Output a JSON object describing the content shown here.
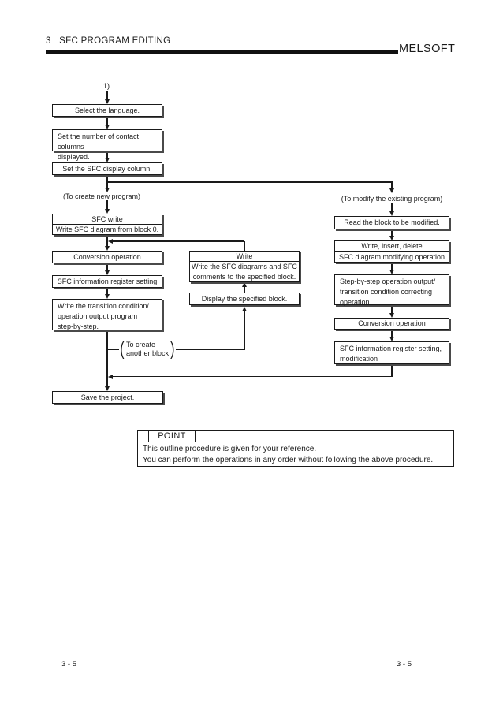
{
  "header": {
    "chapter": "3   SFC PROGRAM EDITING",
    "brand": "MELSOFT"
  },
  "flowchart": {
    "start_label": "1)",
    "branch_left_label": "(To create new program)",
    "branch_right_label": "(To modify the existing program)",
    "loop_label": {
      "open": "(",
      "line1": "To create",
      "line2": "another block",
      "close": ")"
    },
    "boxes": {
      "select_language": {
        "text": "Select the language."
      },
      "contact_columns": {
        "line1": "Set the number of contact columns",
        "line2": "displayed."
      },
      "sfc_display_column": {
        "text": "Set the SFC display column."
      },
      "sfc_write": {
        "title": "SFC write",
        "body": "Write SFC diagram from block 0."
      },
      "conversion_left": {
        "text": "Conversion operation"
      },
      "sfc_info_register": {
        "text": "SFC information register setting"
      },
      "write_transition": {
        "line1": "Write the transition condition/",
        "line2": "operation output program",
        "line3": "step-by-step."
      },
      "save_project": {
        "text": "Save the project."
      },
      "write_mid": {
        "title": "Write",
        "line1": "Write the SFC diagrams and SFC",
        "line2": "comments to the specified block."
      },
      "display_block": {
        "text": "Display the specified block."
      },
      "read_block": {
        "text": "Read the block to be modified."
      },
      "write_insert_delete": {
        "title": "Write, insert, delete",
        "body": "SFC diagram modifying operation"
      },
      "step_by_step": {
        "line1": "Step-by-step operation output/",
        "line2": "transition condition correcting",
        "line3": "operation"
      },
      "conversion_right": {
        "text": "Conversion operation"
      },
      "sfc_info_modification": {
        "line1": "SFC information register setting,",
        "line2": "modification"
      }
    }
  },
  "point": {
    "label": "POINT",
    "line1": "This outline procedure is given for your reference.",
    "line2": "You can perform the operations in any order without following the above procedure."
  },
  "footer": {
    "page_left": "3 - 5",
    "page_right": "3 - 5"
  },
  "colors": {
    "line": "#1a1a1a",
    "shadow": "#4a4a4a",
    "rule": "#111111"
  }
}
